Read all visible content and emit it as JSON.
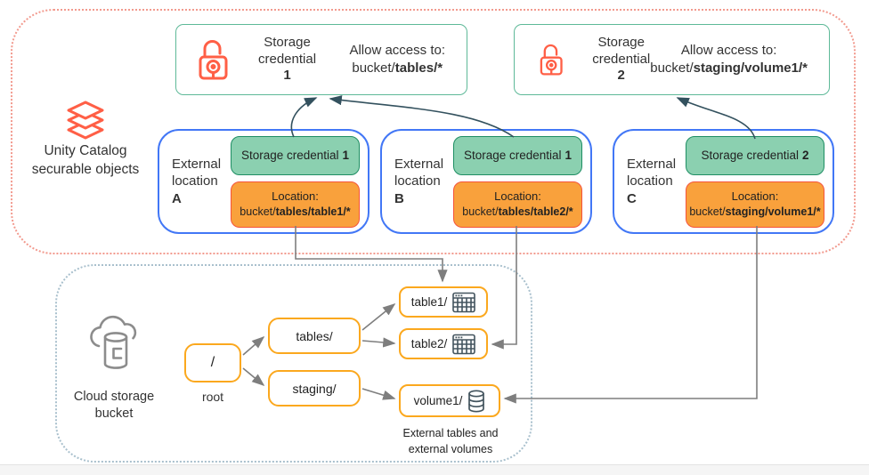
{
  "colors": {
    "coral": "#FF5F46",
    "uc_dotted_border": "#F29A8E",
    "credential_border": "#5EB998",
    "green_pill_bg": "#8BD0B0",
    "green_pill_border": "#1E8E63",
    "orange_pill_bg": "#F9A13C",
    "orange_pill_border": "#F4533B",
    "location_border": "#4277F6",
    "node_border": "#FBA81E",
    "arrow_dark": "#33515E",
    "arrow_gray": "#7E7E7E",
    "bucket_dotted_border": "#A9C0CD",
    "icon_gray": "#8C8C8C",
    "icon_slate": "#43545E"
  },
  "unity": {
    "label_line1": "Unity Catalog",
    "label_line2": "securable objects",
    "credentials": [
      {
        "title_line1": "Storage",
        "title_line2": "credential",
        "number": "1",
        "allow_label": "Allow access to:",
        "path_prefix": "bucket/",
        "path_bold": "tables/*"
      },
      {
        "title_line1": "Storage",
        "title_line2": "credential",
        "number": "2",
        "allow_label": "Allow access to:",
        "path_prefix": "bucket/",
        "path_bold": "staging/volume1/*"
      }
    ],
    "locations": [
      {
        "label_line1": "External",
        "label_line2": "location",
        "letter": "A",
        "credential_label": "Storage credential",
        "credential_number": "1",
        "location_label": "Location:",
        "path_prefix": "bucket/",
        "path_bold": "tables/table1/*"
      },
      {
        "label_line1": "External",
        "label_line2": "location",
        "letter": "B",
        "credential_label": "Storage credential",
        "credential_number": "1",
        "location_label": "Location:",
        "path_prefix": "bucket/",
        "path_bold": "tables/table2/*"
      },
      {
        "label_line1": "External",
        "label_line2": "location",
        "letter": "C",
        "credential_label": "Storage credential",
        "credential_number": "2",
        "location_label": "Location:",
        "path_prefix": "bucket/",
        "path_bold": "staging/volume1/*"
      }
    ]
  },
  "storage": {
    "bucket_label_line1": "Cloud storage",
    "bucket_label_line2": "bucket",
    "root_label": "/",
    "root_sublabel": "root",
    "folder_tables": "tables/",
    "folder_staging": "staging/",
    "leaf_table1": "table1/",
    "leaf_table2": "table2/",
    "leaf_volume1": "volume1/",
    "caption_line1": "External tables and",
    "caption_line2": "external volumes"
  }
}
